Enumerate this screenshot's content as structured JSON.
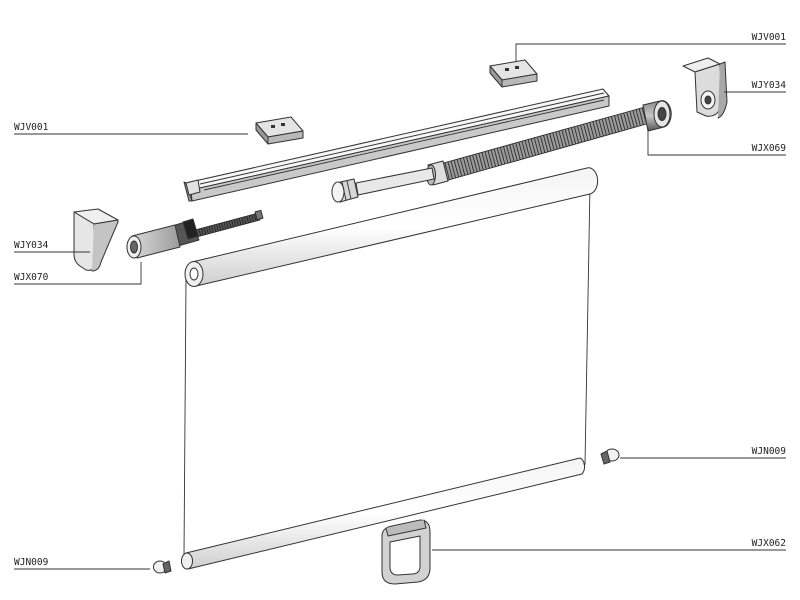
{
  "labels": {
    "wjv001_top": "WJV001",
    "wjy034_right": "WJY034",
    "wjx069": "WJX069",
    "wjv001_left": "WJV001",
    "wjy034_left": "WJY034",
    "wjx070": "WJX070",
    "wjn009_right": "WJN009",
    "wjx062": "WJX062",
    "wjn009_left": "WJN009"
  }
}
